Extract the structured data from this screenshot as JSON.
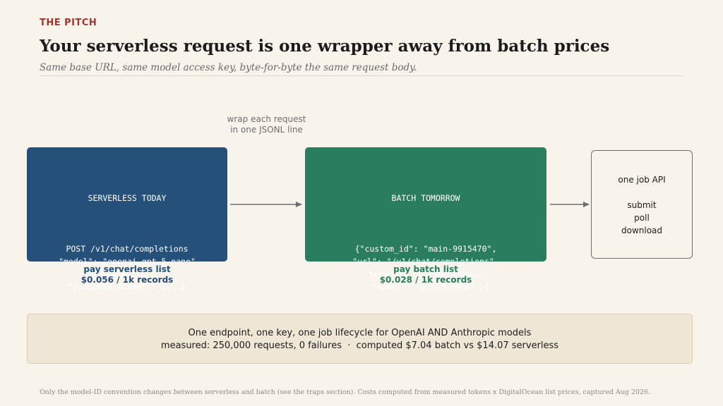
{
  "header": {
    "kicker": "THE PITCH",
    "title": "Your serverless request is one wrapper away from batch prices",
    "subtitle": "Same base URL, same model access key, byte-for-byte the same request body."
  },
  "diagram": {
    "arrow_label": "wrap each request\nin one JSONL line",
    "serverless": {
      "heading": "SERVERLESS TODAY",
      "code": "POST /v1/chat/completions\n\"model\": \"openai-gpt-5-nano\"\n\"messages\": [...]\n\"response_format\": {...}",
      "price_label": "pay serverless list",
      "price_value": "$0.056 / 1k records"
    },
    "batch": {
      "heading": "BATCH TOMORROW",
      "code": "{\"custom_id\": \"main-9915470\",\n\"url\": \"/v1/chat/completions\",\n\"body\": { ...same body...\n  \"model\": \"gpt-5-nano\" }}",
      "price_label": "pay batch list",
      "price_value": "$0.028 / 1k records"
    },
    "job_api": {
      "title": "one job API",
      "steps": [
        "submit",
        "poll",
        "download"
      ]
    }
  },
  "callout": {
    "line1": "One endpoint, one key, one job lifecycle for OpenAI AND Anthropic models",
    "line2": "measured: 250,000 requests, 0 failures  ·  computed $7.04 batch vs $14.07 serverless"
  },
  "footnote": "Only the model-ID convention changes between serverless and batch (see the traps section). Costs computed from measured tokens x DigitalOcean list prices, captured Aug 2026.",
  "colors": {
    "kicker": "#a0362b",
    "serverless": "#24507a",
    "batch": "#2b7d60",
    "background": "#f8f4ec",
    "callout": "#efe6d6"
  }
}
